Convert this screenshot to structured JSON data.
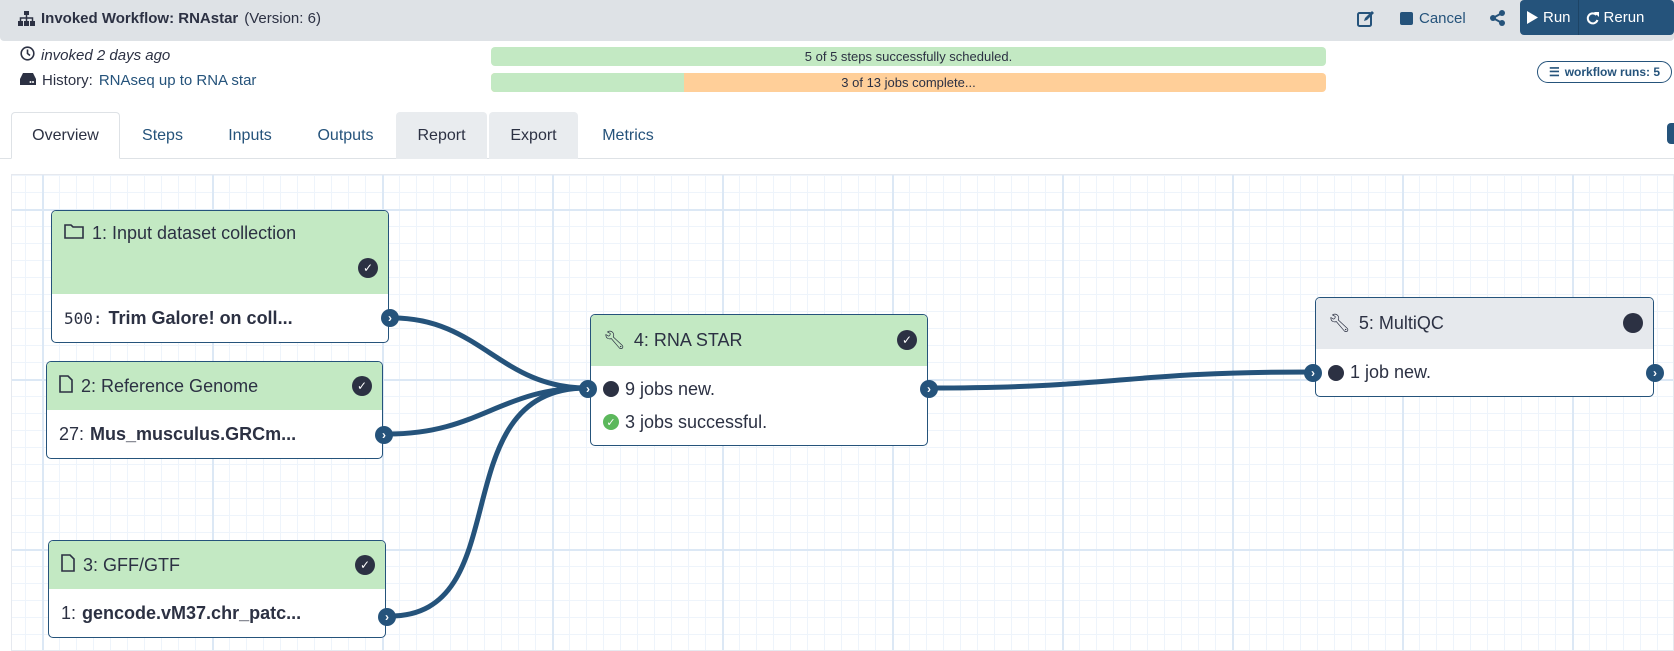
{
  "header": {
    "title_bold": "Invoked Workflow: RNAstar",
    "title_version": "(Version: 6)",
    "cancel": "Cancel",
    "run": "Run",
    "rerun": "Rerun"
  },
  "meta": {
    "invoked": "invoked 2 days ago",
    "history_label": "History:",
    "history_name": "RNAseq up to RNA star"
  },
  "progress": {
    "steps_text": "5 of 5 steps successfully scheduled.",
    "steps_fraction": 1.0,
    "jobs_text": "3 of 13 jobs complete...",
    "jobs_fraction": 0.2308,
    "colors": {
      "ok": "#c3e9c3",
      "running": "#ffcf99"
    }
  },
  "badge": {
    "label": "workflow runs: 5"
  },
  "tabs": [
    {
      "label": "Overview"
    },
    {
      "label": "Steps"
    },
    {
      "label": "Inputs"
    },
    {
      "label": "Outputs"
    },
    {
      "label": "Report"
    },
    {
      "label": "Export"
    },
    {
      "label": "Metrics"
    }
  ],
  "nodes": [
    {
      "title": "1: Input dataset collection",
      "out_num": "500:",
      "out_name": "Trim Galore! on coll..."
    },
    {
      "title": "2: Reference Genome",
      "out_num": "27:",
      "out_name": "Mus_musculus.GRCm..."
    },
    {
      "title": "3: GFF/GTF",
      "out_num": "1:",
      "out_name": "gencode.vM37.chr_patc..."
    },
    {
      "title": "4: RNA STAR",
      "rows": [
        "9 jobs new.",
        "3 jobs successful."
      ]
    },
    {
      "title": "5: MultiQC",
      "rows": [
        "1 job new."
      ]
    }
  ]
}
